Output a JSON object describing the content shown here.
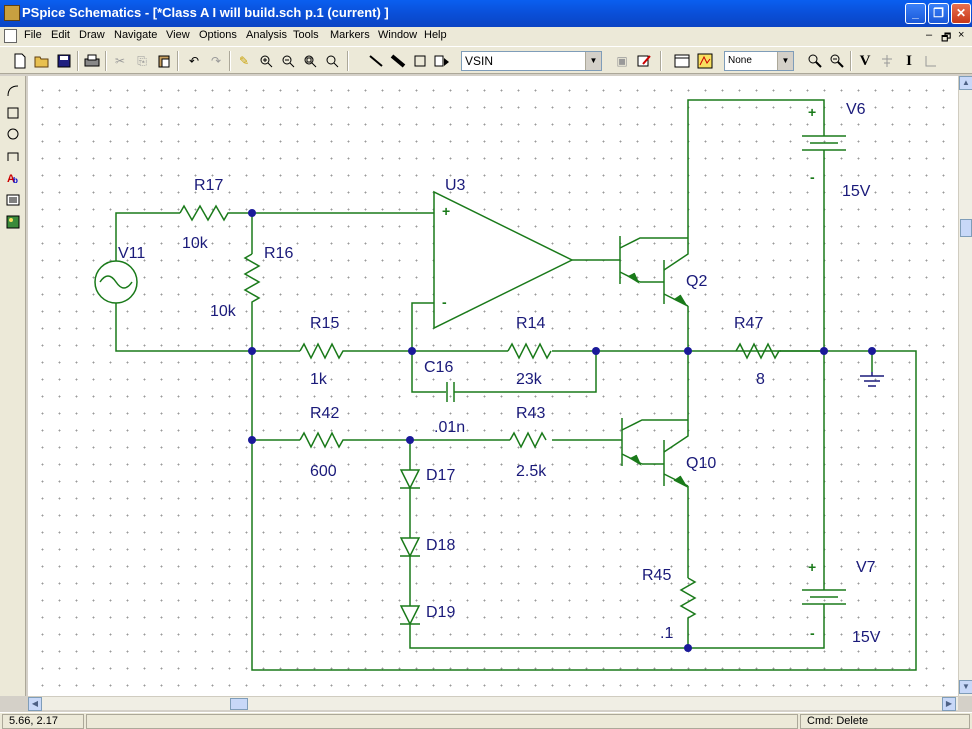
{
  "window": {
    "title": "PSpice Schematics - [*Class A I will build.sch  p.1 (current)  ]",
    "controls": {
      "minimize": "_",
      "maximize": "❐",
      "close": "✕"
    }
  },
  "menu": {
    "items": [
      "File",
      "Edit",
      "Draw",
      "Navigate",
      "View",
      "Options",
      "Analysis",
      "Tools",
      "Markers",
      "Window",
      "Help"
    ],
    "mdi_controls": {
      "minimize": "–",
      "restore": "🗗",
      "close": "×"
    }
  },
  "toolbar": {
    "part_combo_value": "VSIN",
    "zoom_combo_value": "None",
    "voltage_marker_label": "V",
    "current_marker_label": "I"
  },
  "schematic": {
    "components": [
      {
        "ref": "V11",
        "value": ""
      },
      {
        "ref": "R17",
        "value": "10k"
      },
      {
        "ref": "R16",
        "value": "10k"
      },
      {
        "ref": "U3",
        "value": ""
      },
      {
        "ref": "R15",
        "value": "1k"
      },
      {
        "ref": "R14",
        "value": "23k"
      },
      {
        "ref": "C16",
        "value": ".01n"
      },
      {
        "ref": "R42",
        "value": "600"
      },
      {
        "ref": "R43",
        "value": "2.5k"
      },
      {
        "ref": "D17",
        "value": ""
      },
      {
        "ref": "D18",
        "value": ""
      },
      {
        "ref": "D19",
        "value": ""
      },
      {
        "ref": "Q2",
        "value": ""
      },
      {
        "ref": "Q10",
        "value": ""
      },
      {
        "ref": "R47",
        "value": "8"
      },
      {
        "ref": "R45",
        "value": ".1"
      },
      {
        "ref": "V6",
        "value": "15V"
      },
      {
        "ref": "V7",
        "value": "15V"
      }
    ],
    "opamp_plus": "+",
    "opamp_minus": "-",
    "battery_plus": "+",
    "battery_minus": "-"
  },
  "statusbar": {
    "coordinates": "5.66, 2.17",
    "middle": "",
    "command": "Cmd: Delete"
  },
  "colors": {
    "wire": "#1a7a1a",
    "label": "#1a1a7a",
    "junction": "#1a1a99",
    "titlebar": "#0a4fd8"
  }
}
